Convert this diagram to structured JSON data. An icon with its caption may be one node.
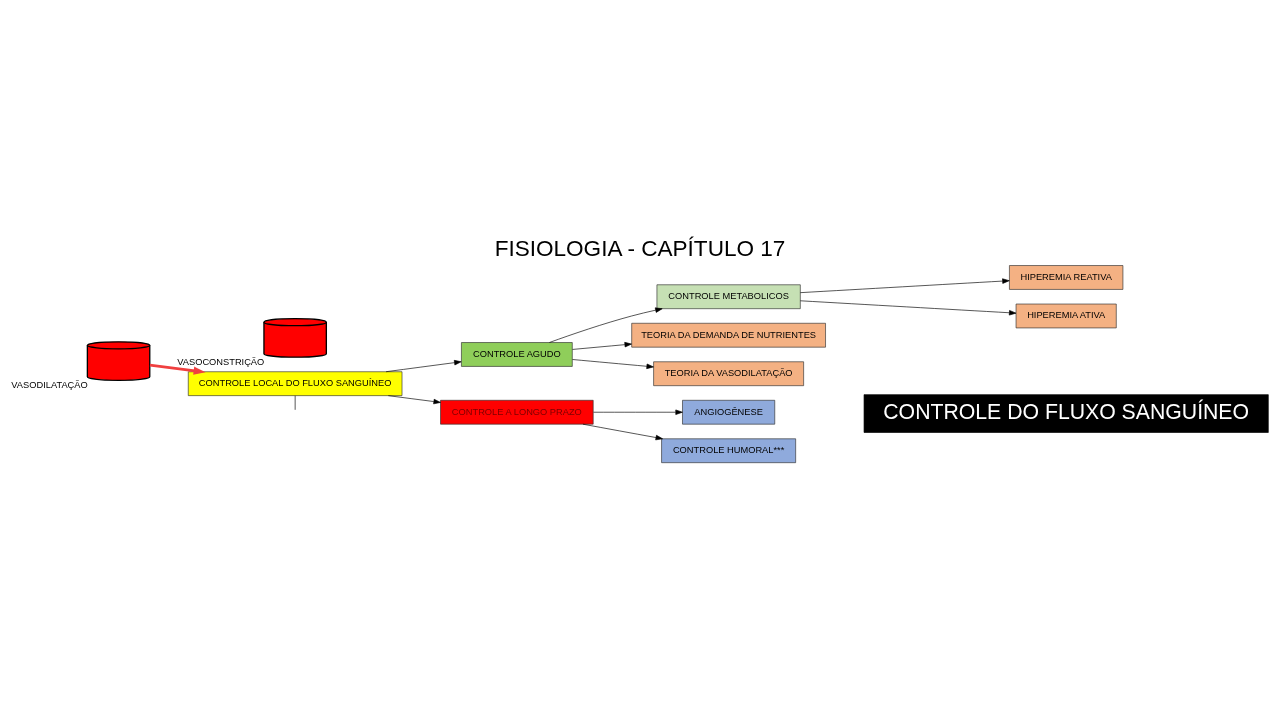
{
  "diagram": {
    "title": "FISIOLOGIA - CAPÍTULO 17",
    "caption": "CONTROLE DO FLUXO SANGUÍNEO",
    "nodes": [
      {
        "text": [],
        "shape": "cylinder",
        "beside": [
          "VASODILATAÇÃO"
        ]
      },
      {
        "text": [],
        "shape": "cylinder",
        "beside": [
          "VASOCONSTRIÇÃO"
        ]
      },
      {
        "text": [
          "CONTROLE LOCAL DO FLUXO SANGUÍNEO"
        ]
      },
      {
        "text": [
          "CONTROLE AGUDO"
        ]
      },
      {
        "text": [
          "CONTROLE METABOLICOS"
        ]
      },
      {
        "text": [
          "CONTROLE A LONGO PRAZO"
        ]
      },
      {
        "text": [
          "TEORIA DA DEMANDA DE NUTRIENTES"
        ]
      },
      {
        "text": [
          "TEORIA DA VASODILATAÇÃO"
        ]
      },
      {
        "text": [
          "HIPEREMIA REATIVA"
        ]
      },
      {
        "text": [
          "HIPEREMIA ATIVA"
        ]
      },
      {
        "text": [
          "ANGIOGÊNESE"
        ]
      },
      {
        "text": [
          "CONTROLE HUMORAL***"
        ]
      }
    ],
    "edges": [
      {
        "from": 0,
        "to": 2,
        "arrow": "to",
        "style": "thick",
        "color": "#f04040"
      },
      {
        "from": 2,
        "to": 3,
        "arrow": "to"
      },
      {
        "from": 2,
        "to": 5,
        "arrow": "to"
      },
      {
        "from": 3,
        "to": 6,
        "arrow": "to"
      },
      {
        "from": 3,
        "to": 7,
        "arrow": "to"
      },
      {
        "from": 3,
        "to": 4,
        "arrow": "to"
      },
      {
        "from": 4,
        "to": 8,
        "arrow": "to"
      },
      {
        "from": 4,
        "to": 9,
        "arrow": "to"
      },
      {
        "from": 5,
        "to": 10,
        "arrow": "to"
      },
      {
        "from": 5,
        "to": 11,
        "arrow": "to"
      },
      {
        "from": 2,
        "to": null,
        "arrow": "none"
      }
    ]
  }
}
